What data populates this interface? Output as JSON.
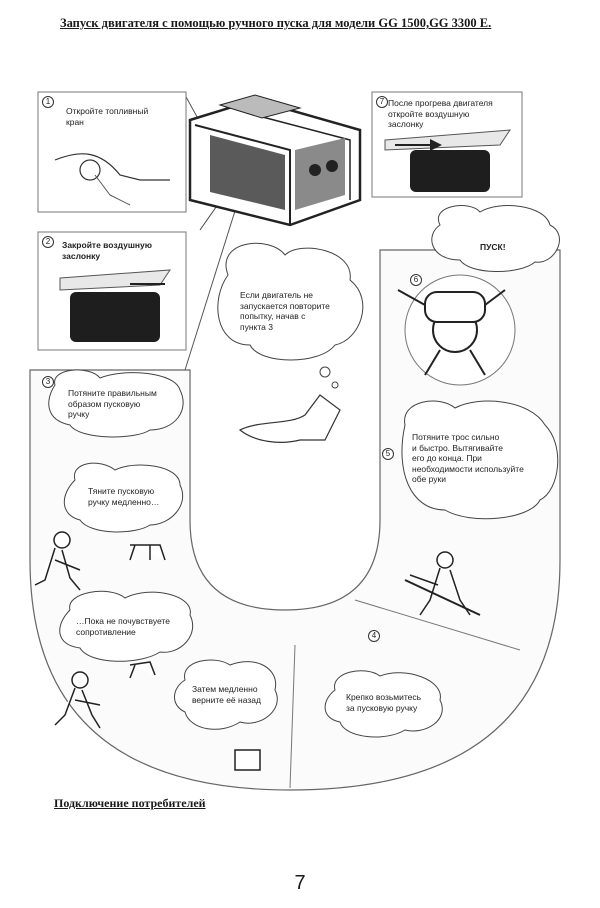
{
  "header": {
    "title": "Запуск двигателя с помощью ручного пуска для модели GG 1500,GG 3300 E."
  },
  "steps": [
    {
      "num": "1",
      "text": "Откройте топливный\nкран"
    },
    {
      "num": "2",
      "text": "Закройте воздушную\nзаслонку"
    },
    {
      "num": "3",
      "text": "Потяните правильным\nобразом пусковую\nручку"
    },
    {
      "num": "4",
      "text": "Крепко возьмитесь\nза пусковую ручку"
    },
    {
      "num": "5",
      "text": "Потяните трос сильно\nи быстро. Вытягивайте\nего до конца. При\nнеобходимости используйте\nобе руки"
    },
    {
      "num": "6",
      "text": "ПУСК!"
    },
    {
      "num": "7",
      "text": "После прогрева двигателя\nоткройте воздушную\nзаслонку"
    }
  ],
  "bubbles": {
    "pull_slowly": "Тяните пусковую\nручку медленно…",
    "resistance": "…Пока не почувствуете\nсопротивление",
    "return_back": "Затем медленно\nверните её назад",
    "retry": "Если двигатель не\nзапускается повторите\nпопытку, начав с\nпункта 3"
  },
  "section": {
    "title": "Подключение потребителей"
  },
  "footer": {
    "page_number": "7"
  }
}
